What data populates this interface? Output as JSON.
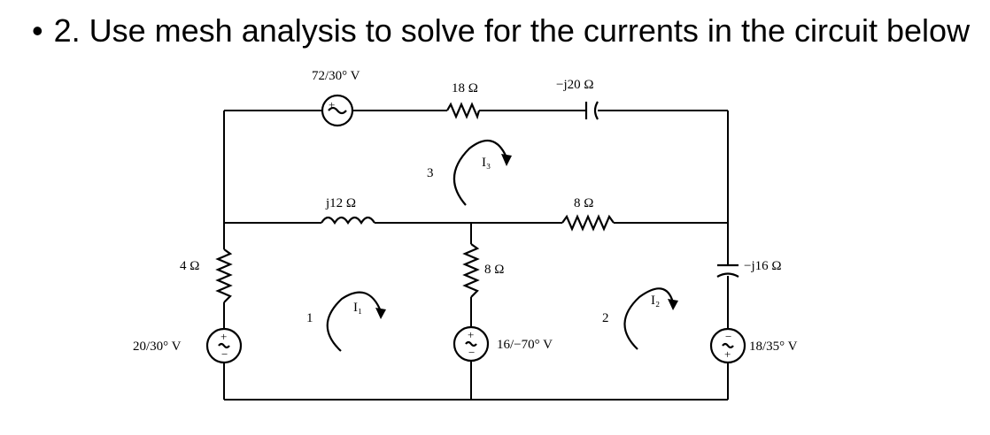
{
  "title": {
    "bullet": "•",
    "text": "2. Use mesh analysis to solve for the currents in the circuit below"
  },
  "circuit": {
    "ac_source_top": "72/30° V",
    "resistor_18": "18 Ω",
    "capacitor_top": "−j20 Ω",
    "inductor_j12": "j12 Ω",
    "resistor_8_upper": "8 Ω",
    "resistor_4": "4 Ω",
    "resistor_8_middle": "8 Ω",
    "capacitor_right": "−j16 Ω",
    "source_left": "20/30° V",
    "source_middle": "16/−70° V",
    "source_right": "18/35° V",
    "mesh1_number": "1",
    "mesh1_current": "I₁",
    "mesh2_number": "2",
    "mesh2_current": "I₂",
    "mesh3_number": "3",
    "mesh3_current": "I₃"
  }
}
